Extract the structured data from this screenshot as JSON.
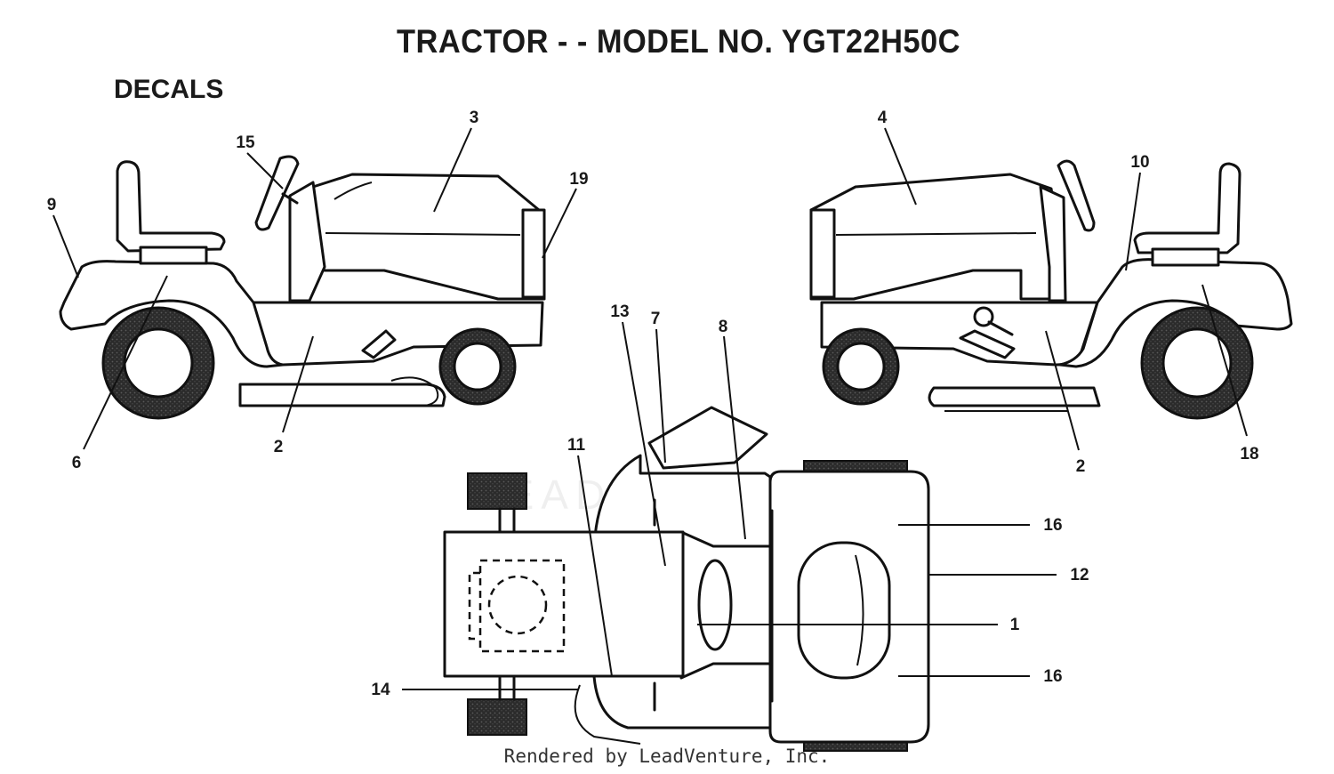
{
  "header": {
    "title": "TRACTOR - - MODEL NO. YGT22H50C",
    "section": "DECALS"
  },
  "watermark": {
    "text": "LEADVENTURE"
  },
  "footer": {
    "text": "Rendered by LeadVenture, Inc."
  },
  "callouts": {
    "left_view": [
      "15",
      "3",
      "19",
      "9",
      "6",
      "2"
    ],
    "right_view": [
      "4",
      "10",
      "2",
      "18"
    ],
    "top_view": [
      "13",
      "7",
      "8",
      "11",
      "16",
      "12",
      "1",
      "16",
      "14"
    ]
  },
  "colors": {
    "ink": "#111111",
    "tire": "#2b2b2b",
    "background": "#ffffff"
  }
}
